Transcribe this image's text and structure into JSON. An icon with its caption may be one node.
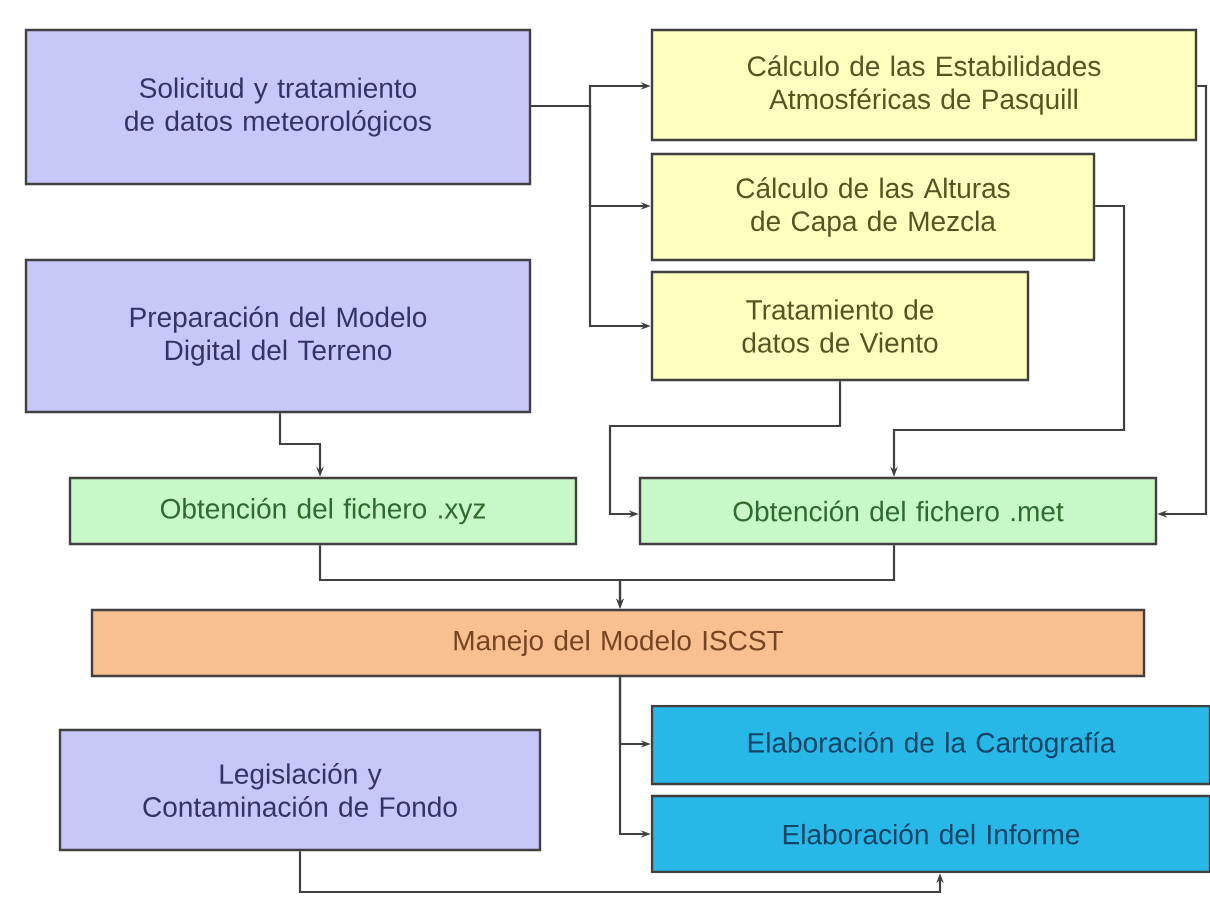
{
  "diagram": {
    "nodes": [
      {
        "text": [
          "Solicitud y tratamiento de datos meteorológicos"
        ]
      },
      {
        "text": [
          "Cálculo de las Estabilidades Atmosféricas de Pasquill"
        ]
      },
      {
        "text": [
          "Cálculo de las Alturas de Capa de Mezcla"
        ]
      },
      {
        "text": [
          "Tratamiento de datos de Viento"
        ]
      },
      {
        "text": [
          "Preparación del Modelo Digital del Terreno"
        ]
      },
      {
        "text": [
          "Obtención del fichero .xyz"
        ]
      },
      {
        "text": [
          "Obtención del fichero .met"
        ]
      },
      {
        "text": [
          "Manejo del Modelo ISCST"
        ]
      },
      {
        "text": [
          "Elaboración de la Cartografía"
        ]
      },
      {
        "text": [
          "Elaboración del Informe"
        ]
      },
      {
        "text": [
          "Legislación y Contaminación de Fondo"
        ]
      }
    ],
    "edges": [
      {
        "from": 0,
        "to": 1,
        "arrow": "to"
      },
      {
        "from": 0,
        "to": 2,
        "arrow": "to"
      },
      {
        "from": 0,
        "to": 3,
        "arrow": "to"
      },
      {
        "from": 1,
        "to": 6,
        "arrow": "to"
      },
      {
        "from": 2,
        "to": 6,
        "arrow": "to"
      },
      {
        "from": 3,
        "to": 6,
        "arrow": "to"
      },
      {
        "from": 4,
        "to": 5,
        "arrow": "to"
      },
      {
        "from": 5,
        "to": 7,
        "arrow": "to"
      },
      {
        "from": 6,
        "to": 7,
        "arrow": "to"
      },
      {
        "from": 7,
        "to": 8,
        "arrow": "to"
      },
      {
        "from": 7,
        "to": 9,
        "arrow": "to"
      },
      {
        "from": 10,
        "to": 9,
        "arrow": "to"
      }
    ]
  }
}
